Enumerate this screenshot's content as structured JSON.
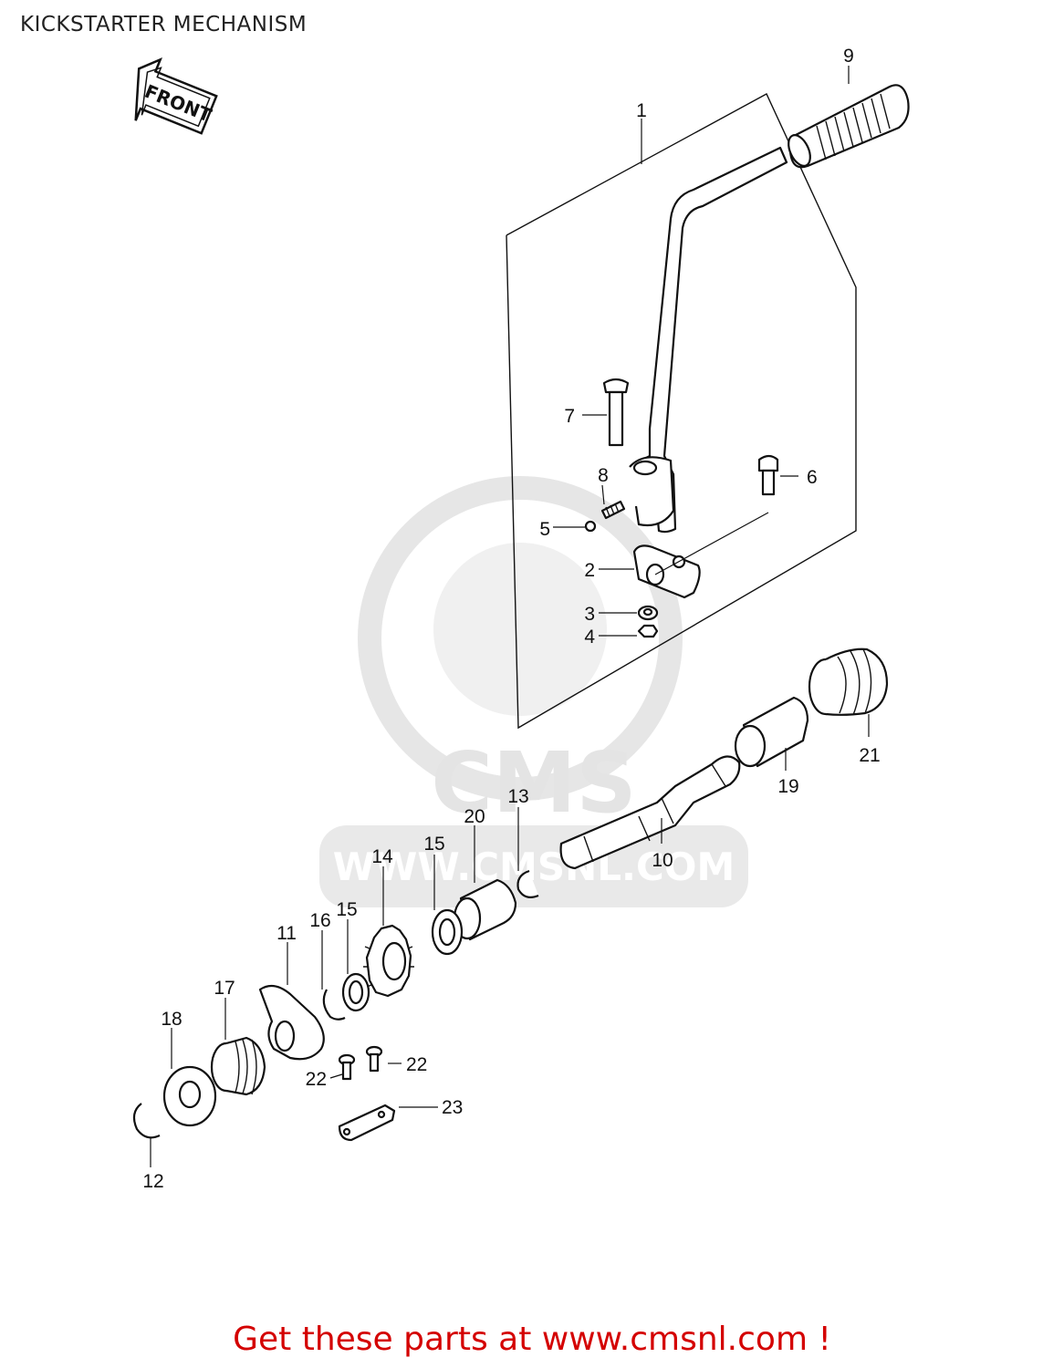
{
  "title": "KICKSTARTER MECHANISM",
  "front_badge": "FRONT",
  "watermark": {
    "brand": "CMS",
    "url": "WWW.CMSNL.COM"
  },
  "footer": "Get these parts at www.cmsnl.com !",
  "callouts": {
    "p1": "1",
    "p2": "2",
    "p3": "3",
    "p4": "4",
    "p5": "5",
    "p6": "6",
    "p7": "7",
    "p8": "8",
    "p9": "9",
    "p10": "10",
    "p11": "11",
    "p12": "12",
    "p13": "13",
    "p14": "14",
    "p15a": "15",
    "p15b": "15",
    "p16": "16",
    "p17": "17",
    "p18": "18",
    "p19": "19",
    "p20": "20",
    "p21": "21",
    "p22a": "22",
    "p22b": "22",
    "p23": "23"
  },
  "colors": {
    "footer_text": "#d40000",
    "line_art": "#111111",
    "watermark": "#e6e6e6"
  }
}
